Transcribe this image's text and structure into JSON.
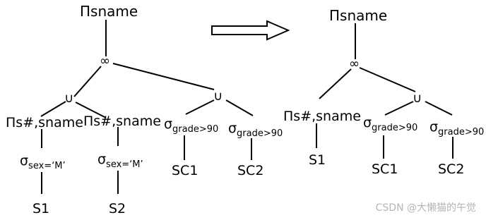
{
  "left_tree": {
    "root": "Πsname",
    "join": "∞",
    "union_left": "∪",
    "union_right": "∪",
    "proj_left": "Πs#,sname",
    "proj_right": "Πs#,sname",
    "sel_left": {
      "sigma": "σ",
      "cond": "sex=‘M’"
    },
    "sel_right": {
      "sigma": "σ",
      "cond": "sex=‘M’"
    },
    "grade_left": {
      "sigma": "σ",
      "cond": "grade>90"
    },
    "grade_right": {
      "sigma": "σ",
      "cond": "grade>90"
    },
    "leaf_s1": "S1",
    "leaf_s2": "S2",
    "leaf_sc1": "SC1",
    "leaf_sc2": "SC2"
  },
  "right_tree": {
    "root": "Πsname",
    "join": "∞",
    "proj": "Πs#,sname",
    "union": "∪",
    "grade_left": {
      "sigma": "σ",
      "cond": "grade>90"
    },
    "grade_right": {
      "sigma": "σ",
      "cond": "grade>90"
    },
    "leaf_s1": "S1",
    "leaf_sc1": "SC1",
    "leaf_sc2": "SC2"
  },
  "watermark": "CSDN @大懒猫的午觉"
}
